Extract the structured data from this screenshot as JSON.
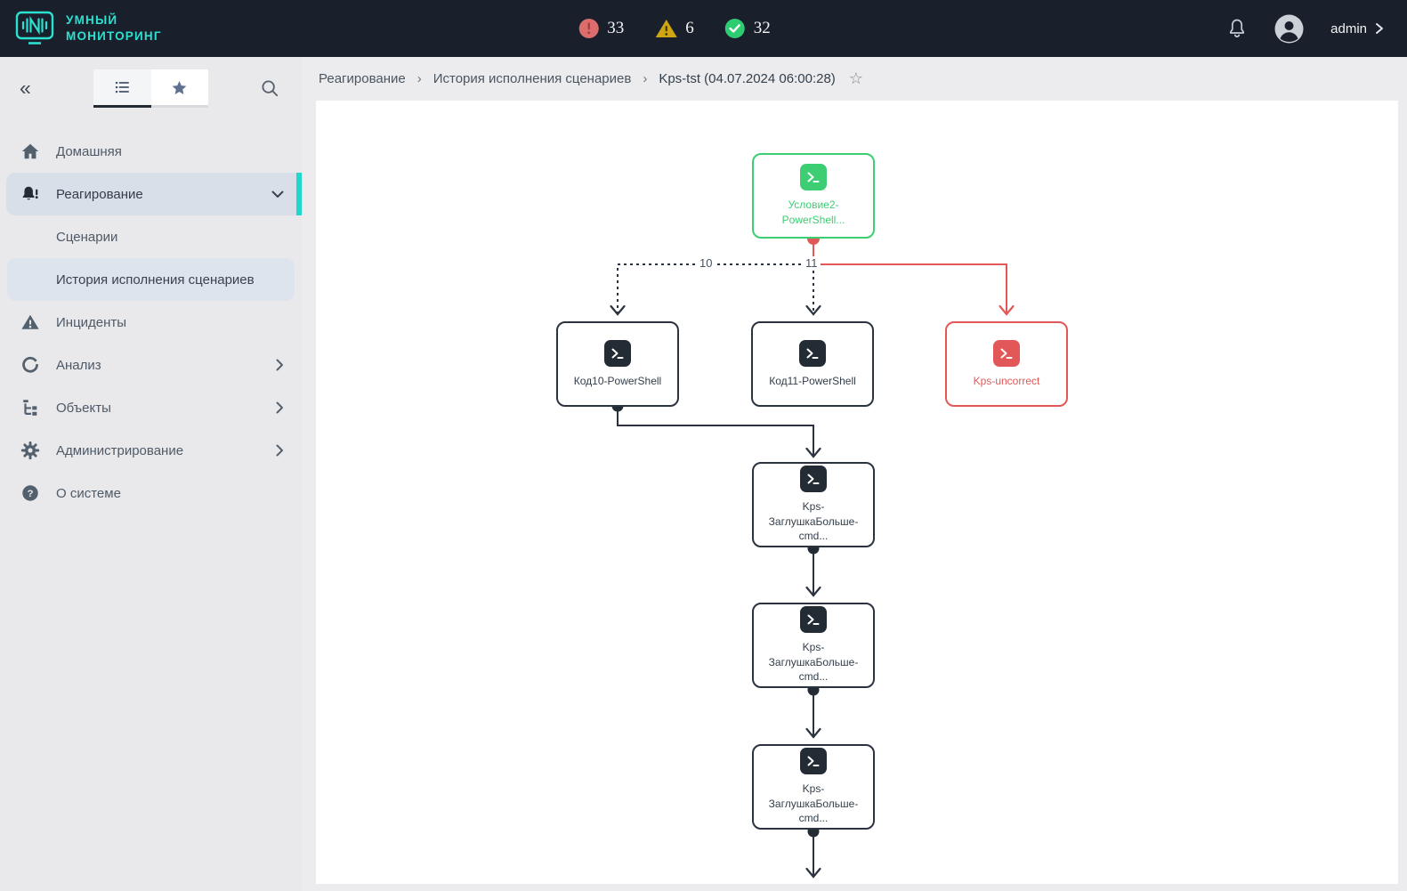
{
  "header": {
    "brand": {
      "line1": "УМНЫЙ",
      "line2": "МОНИТОРИНГ"
    },
    "counters": {
      "errors": "33",
      "warnings": "6",
      "success": "32"
    },
    "user": {
      "name": "admin"
    }
  },
  "sidebar": {
    "items": [
      {
        "label": "Домашняя"
      },
      {
        "label": "Реагирование"
      },
      {
        "label": "Сценарии"
      },
      {
        "label": "История исполнения сценариев"
      },
      {
        "label": "Инциденты"
      },
      {
        "label": "Анализ"
      },
      {
        "label": "Объекты"
      },
      {
        "label": "Администрирование"
      },
      {
        "label": "О системе"
      }
    ]
  },
  "breadcrumb": {
    "items": [
      "Реагирование",
      "История исполнения сценариев",
      "Kps-tst (04.07.2024 06:00:28)"
    ],
    "favorite_icon": "☆"
  },
  "diagram": {
    "nodes": [
      {
        "label": "Условие2-PowerShell...",
        "state": "success"
      },
      {
        "label": "Код10-PowerShell",
        "state": "default"
      },
      {
        "label": "Код11-PowerShell",
        "state": "default"
      },
      {
        "label": "Kps-uncorrect",
        "state": "error"
      },
      {
        "label": "Kps-ЗаглушкаБольше-cmd...",
        "state": "default"
      },
      {
        "label": "Kps-ЗаглушкаБольше-cmd...",
        "state": "default"
      },
      {
        "label": "Kps-ЗаглушкаБольше-cmd...",
        "state": "default"
      }
    ],
    "edge_labels": {
      "branch10": "10",
      "branch11": "11"
    }
  },
  "colors": {
    "accent_teal": "#2be0d0",
    "error_red": "#dd6c6c",
    "warning_yellow": "#d0a515",
    "success_green": "#2ecc71",
    "node_red": "#e25757",
    "node_green": "#3dce74"
  }
}
